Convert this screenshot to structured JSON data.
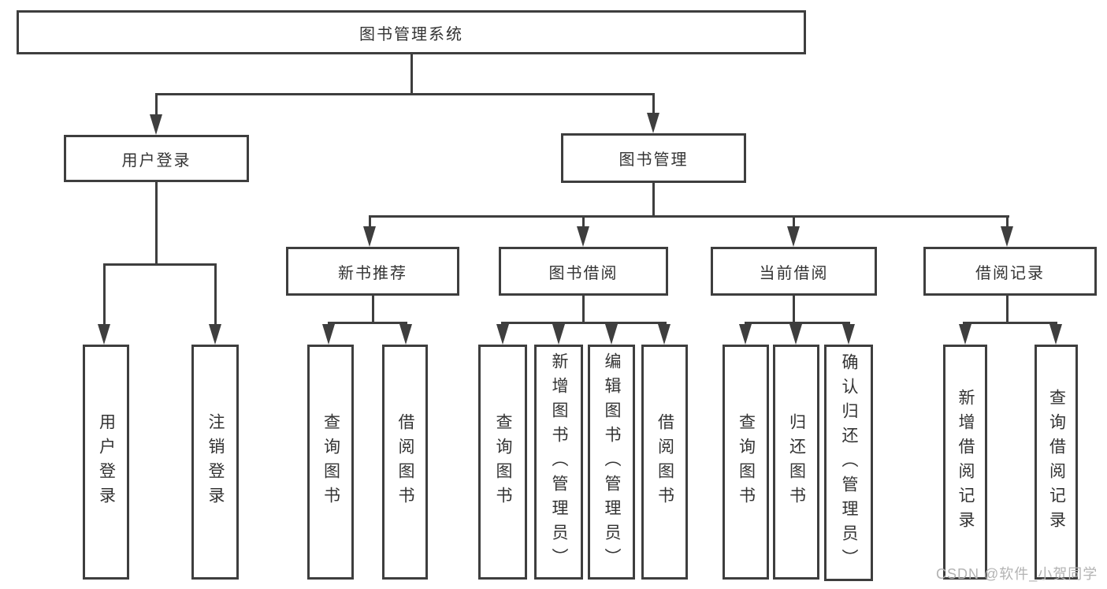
{
  "diagram": {
    "root": {
      "label": "图书管理系统",
      "children": [
        {
          "label": "用户登录",
          "children": [
            {
              "label": "用户登录"
            },
            {
              "label": "注销登录"
            }
          ]
        },
        {
          "label": "图书管理",
          "children": [
            {
              "label": "新书推荐",
              "children": [
                {
                  "label": "查询图书"
                },
                {
                  "label": "借阅图书"
                }
              ]
            },
            {
              "label": "图书借阅",
              "children": [
                {
                  "label": "查询图书"
                },
                {
                  "label": "新增图书（管理员）"
                },
                {
                  "label": "编辑图书（管理员）"
                },
                {
                  "label": "借阅图书"
                }
              ]
            },
            {
              "label": "当前借阅",
              "children": [
                {
                  "label": "查询图书"
                },
                {
                  "label": "归还图书"
                },
                {
                  "label": "确认归还（管理员）"
                }
              ]
            },
            {
              "label": "借阅记录",
              "children": [
                {
                  "label": "新增借阅记录"
                },
                {
                  "label": "查询借阅记录"
                }
              ]
            }
          ]
        }
      ]
    }
  },
  "watermark": {
    "text": "CSDN @软件_小贺同学"
  },
  "colors": {
    "line": "#3e3e3e",
    "text": "#333333",
    "watermark": "#b3b3b3",
    "background": "#ffffff"
  }
}
